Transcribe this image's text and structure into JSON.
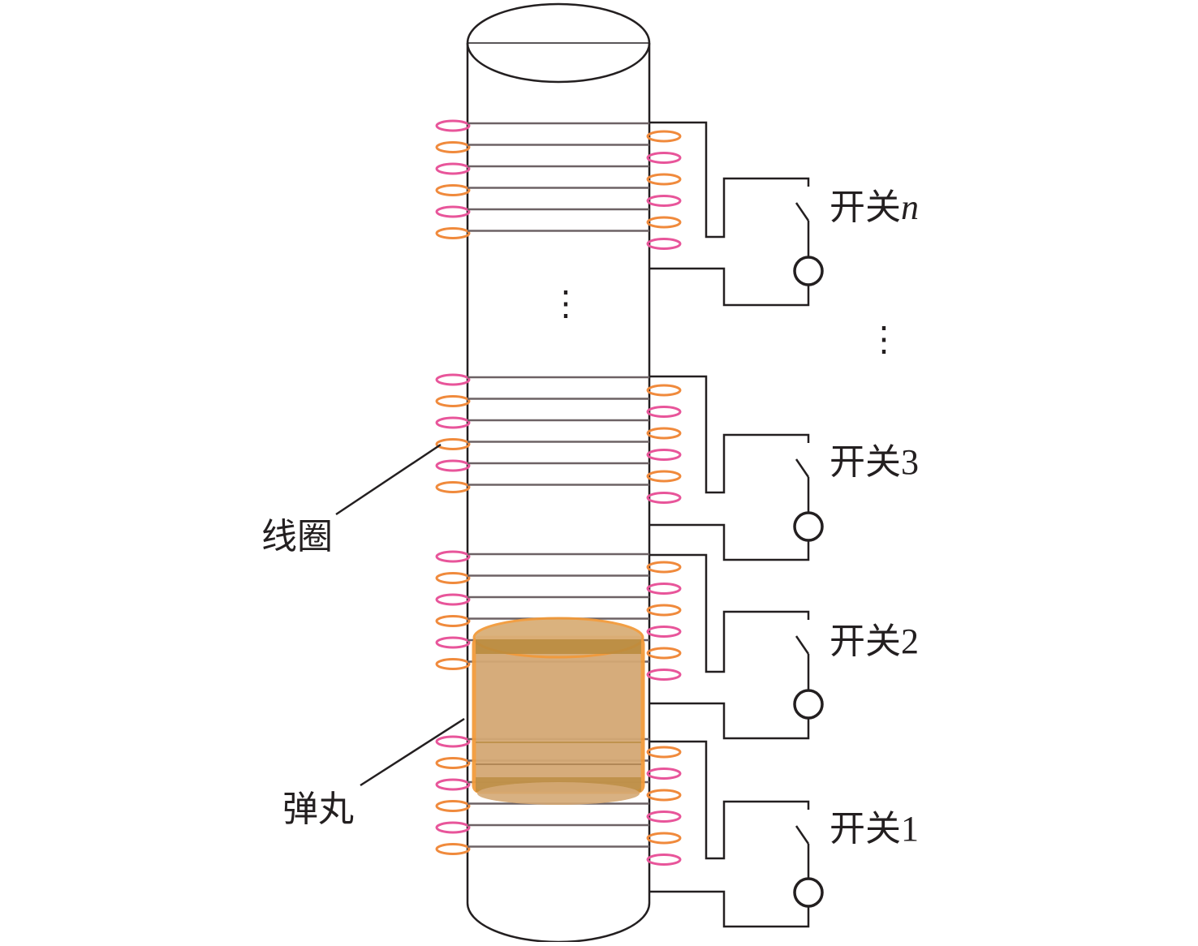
{
  "labels": {
    "coil": "线圈",
    "projectile": "弹丸",
    "ellipsis": "⋮"
  },
  "switches": [
    {
      "id": "n",
      "prefix": "开关",
      "index": "n",
      "index_italic": true
    },
    {
      "id": "3",
      "prefix": "开关",
      "index": "3",
      "index_italic": false
    },
    {
      "id": "2",
      "prefix": "开关",
      "index": "2",
      "index_italic": false
    },
    {
      "id": "1",
      "prefix": "开关",
      "index": "1",
      "index_italic": false
    }
  ],
  "colors": {
    "line": "#231f20",
    "coil_pink": "#e8559a",
    "coil_orange": "#f08a3c",
    "projectile_fill": "#d4a874",
    "projectile_edge": "#f29a3a",
    "projectile_band": "#b8893c"
  }
}
